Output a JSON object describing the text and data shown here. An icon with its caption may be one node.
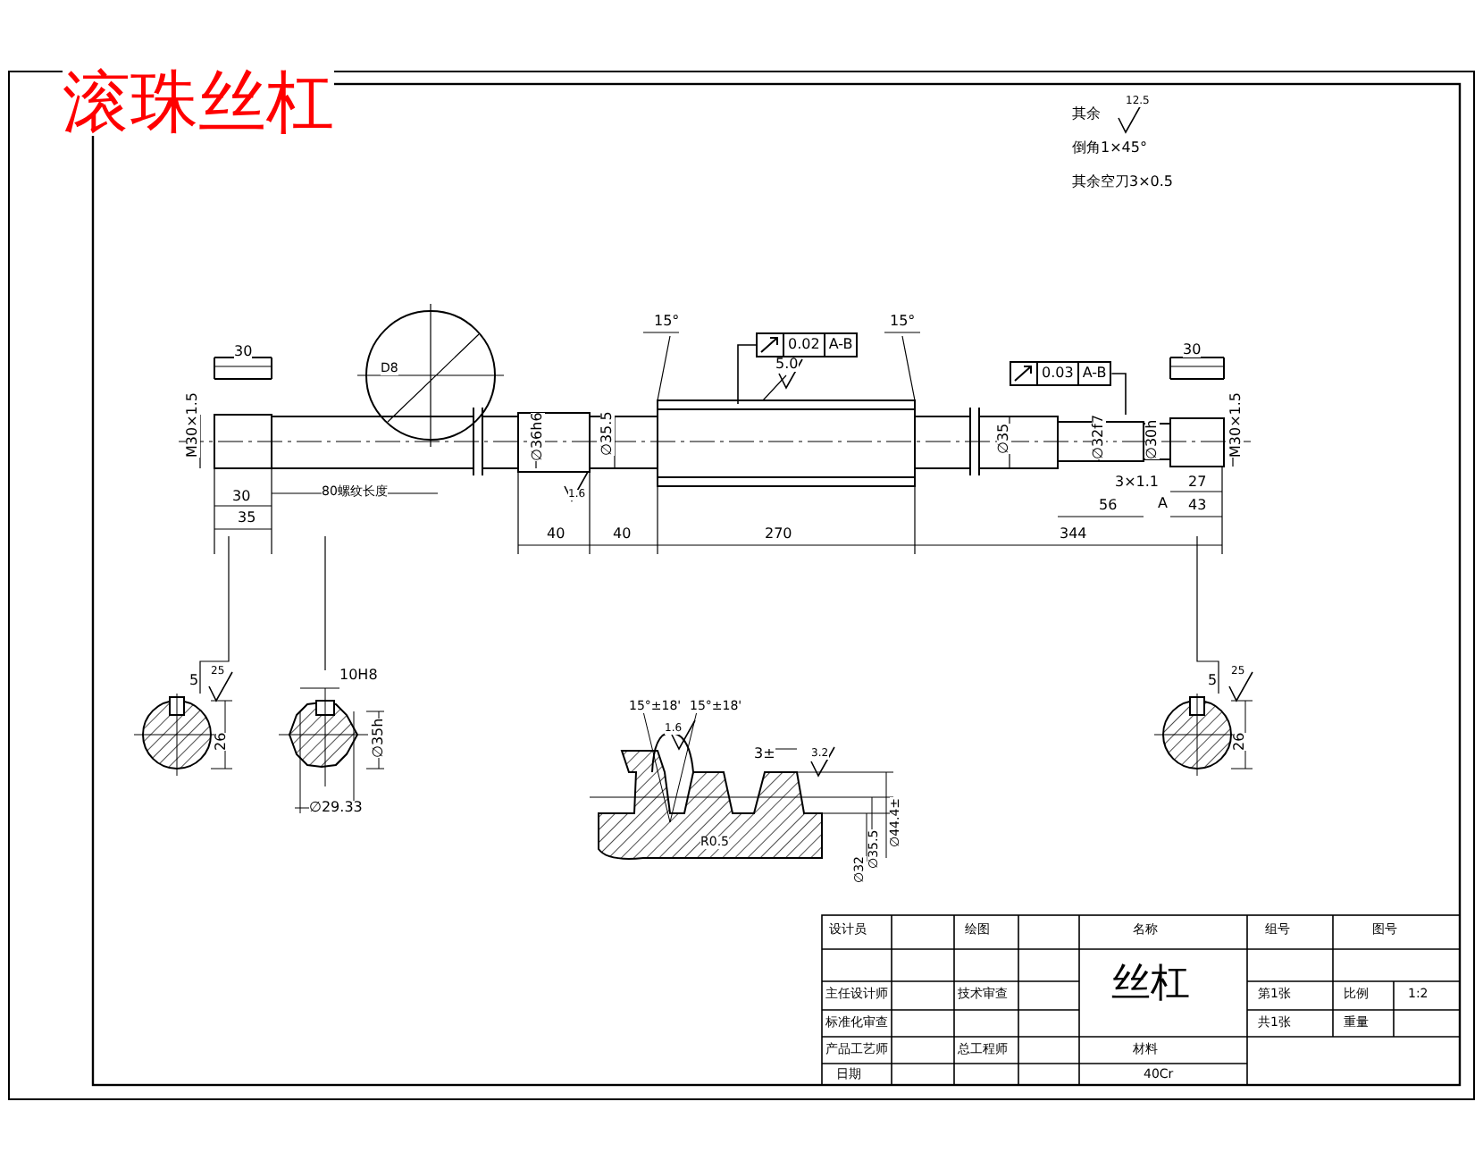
{
  "diagram": {
    "title": "滚珠丝杠",
    "nodes": [
      {
        "text": [
          "0.02",
          "A-B"
        ]
      },
      {
        "text": [
          "0.03",
          "A-B"
        ]
      }
    ],
    "edges": [
      {
        "from": 0,
        "to": null,
        "arrow": "none"
      },
      {
        "from": 1,
        "to": null,
        "arrow": "none"
      }
    ],
    "labels": [
      "其余",
      "12.5",
      "倒角1×45°",
      "其余空刀3×0.5",
      "30",
      "D8",
      "15°",
      "15°",
      "5.0",
      "30",
      "M30×1.5",
      "∅36h6",
      "∅35.5",
      "∅35",
      "∅32f7",
      "∅30h",
      "M30×1.5",
      "1.6",
      "30",
      "80螺纹长度",
      "3×1.1",
      "27",
      "35",
      "56",
      "A",
      "43",
      "40",
      "40",
      "270",
      "344",
      "5",
      "25",
      "10H8",
      "15°±18'",
      "15°±18'",
      "5",
      "25",
      "1.6",
      "3±",
      "3.2",
      "26",
      "∅35h",
      "26",
      "R0.5",
      "∅32",
      "∅35.5",
      "∅44.4±",
      "∅29.33",
      "设计员",
      "绘图",
      "名称",
      "组号",
      "图号",
      "主任设计师",
      "技术审查",
      "丝杠",
      "第1张",
      "比例",
      "1:2",
      "标准化审查",
      "共1张",
      "重量",
      "产品工艺师",
      "总工程师",
      "材料",
      "日期",
      "40Cr"
    ]
  }
}
